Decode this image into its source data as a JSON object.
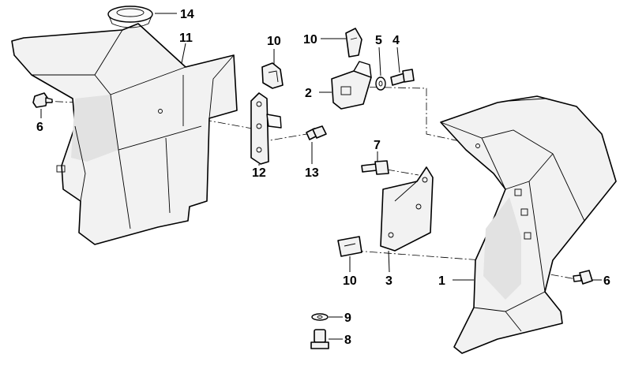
{
  "callouts": {
    "c1": "1",
    "c2": "2",
    "c3": "3",
    "c4": "4",
    "c5": "5",
    "c6_left": "6",
    "c6_right": "6",
    "c7": "7",
    "c8": "8",
    "c9": "9",
    "c10_top": "10",
    "c10_upper": "10",
    "c10_lower": "10",
    "c11": "11",
    "c12": "12",
    "c13": "13",
    "c14": "14"
  }
}
